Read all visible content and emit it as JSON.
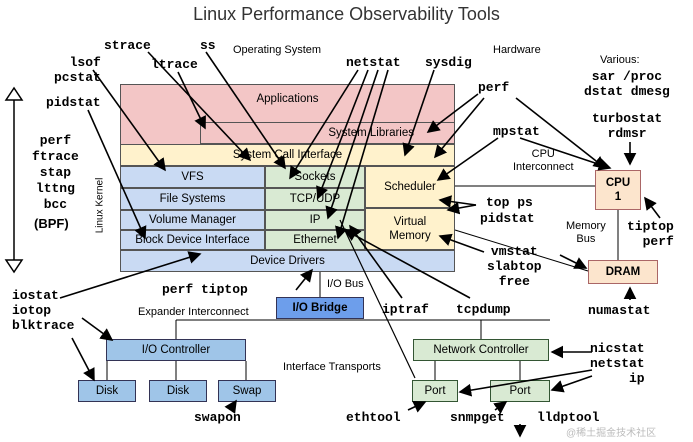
{
  "title": "Linux Performance Observability Tools",
  "captions": {
    "os": "Operating System",
    "hardware": "Hardware",
    "various": "Various:",
    "cpu_interconnect": "CPU\nInterconnect",
    "memory_bus": "Memory\nBus",
    "io_bus": "I/O Bus",
    "expander": "Expander Interconnect",
    "interface_transports": "Interface Transports",
    "linux_kernel": "Linux Kernel",
    "watermark": "@稀土掘金技术社区"
  },
  "stack": {
    "applications": "Applications",
    "system_libraries": "System Libraries",
    "syscall_interface": "System Call Interface",
    "vfs": "VFS",
    "sockets": "Sockets",
    "scheduler": "Scheduler",
    "file_systems": "File Systems",
    "tcp_udp": "TCP/UDP",
    "volume_manager": "Volume Manager",
    "ip": "IP",
    "virtual_memory": "Virtual\nMemory",
    "block_device_interface": "Block Device Interface",
    "ethernet": "Ethernet",
    "device_drivers": "Device Drivers"
  },
  "hardware_boxes": {
    "cpu": "CPU\n1",
    "dram": "DRAM",
    "io_bridge": "I/O Bridge",
    "io_controller": "I/O Controller",
    "disk1": "Disk",
    "disk2": "Disk",
    "swap": "Swap",
    "network_controller": "Network Controller",
    "port1": "Port",
    "port2": "Port"
  },
  "tools": {
    "strace": "strace",
    "ss": "ss",
    "lsof_pcstat": "lsof\npcstat",
    "ltrace": "ltrace",
    "netstat": "netstat",
    "sysdig": "sysdig",
    "pidstat_left": "pidstat",
    "perf_top": "perf",
    "left_stack": "perf\nftrace\nstap\nlttng\nbcc",
    "bpf": "(BPF)",
    "various_tools": "sar /proc\ndstat dmesg",
    "turbostat": "turbostat\nrdmsr",
    "mpstat": "mpstat",
    "top_ps": "top ps",
    "pidstat_right": "pidstat",
    "tiptop_perf": "tiptop\nperf",
    "vmstat": "vmstat\nslabtop\nfree",
    "numastat": "numastat",
    "perf_tiptop": "perf tiptop",
    "iptraf": "iptraf",
    "tcpdump": "tcpdump",
    "iostat": "iostat\niotop\nblktrace",
    "swapon": "swapon",
    "nicstat": "nicstat\nnetstat\nip",
    "ethtool": "ethtool",
    "snmpget": "snmpget",
    "lldptool": "lldptool"
  },
  "colors": {
    "applications": "#f3c6c6",
    "kernel_blue": "#c9daf3",
    "kernel_green": "#d9ead3",
    "kernel_yellow": "#fff2cc",
    "device_drivers": "#c9daf3",
    "cpu": "#fce5cd",
    "io_bridge": "#6d9eeb",
    "io_controller": "#9fc5e8",
    "network": "#d9ead3"
  }
}
